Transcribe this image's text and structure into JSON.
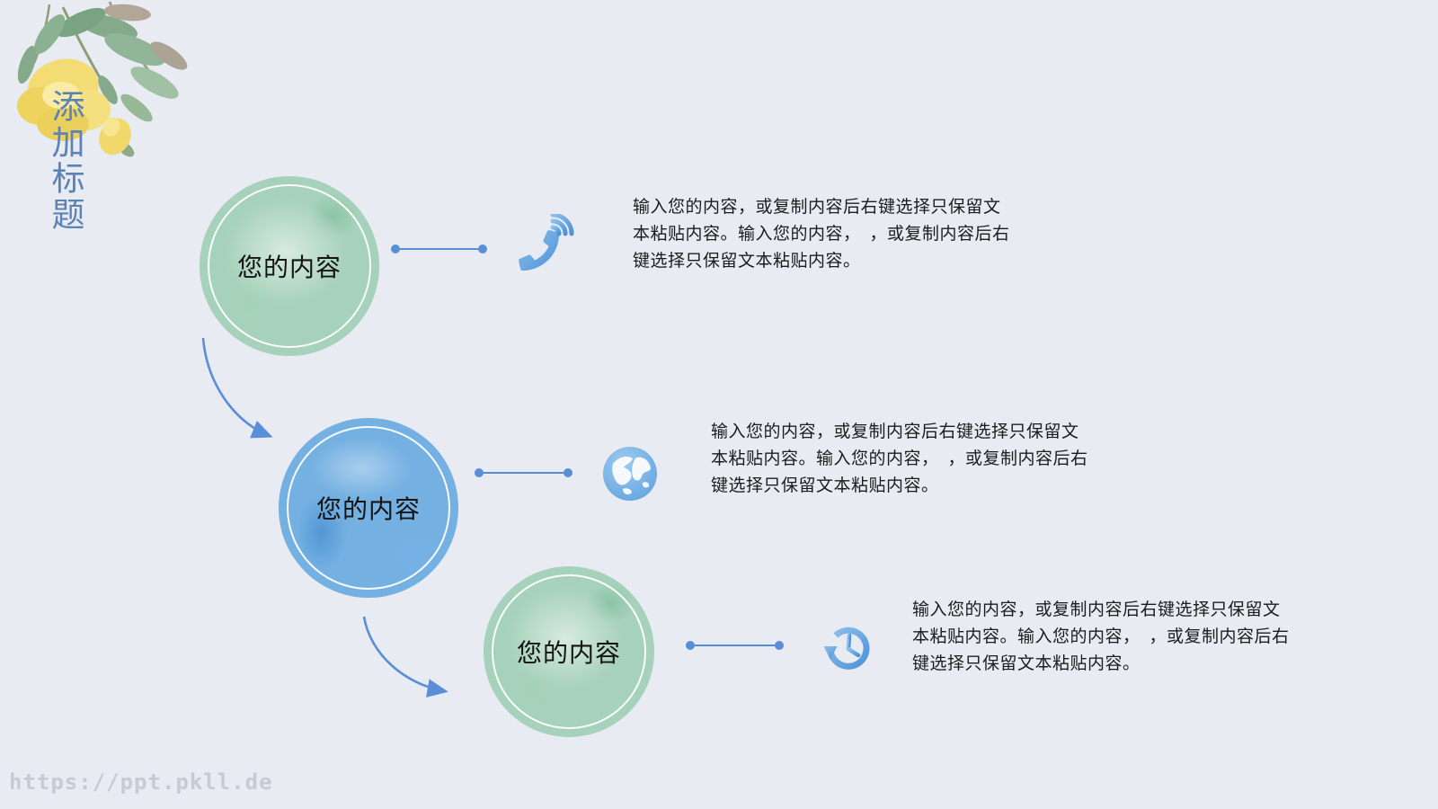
{
  "slide": {
    "title": "添加标题",
    "watermark": "https://ppt.pkll.de"
  },
  "steps": [
    {
      "label": "您的内容",
      "icon": "phone-icon",
      "circle_style": "green-watercolor",
      "body_lines": [
        "输入您的内容，或复制内容后右键选择只保留文",
        "本粘贴内容。输入您的内容，　，或复制内容后右",
        "键选择只保留文本粘贴内容。"
      ]
    },
    {
      "label": "您的内容",
      "icon": "globe-icon",
      "circle_style": "blue-watercolor",
      "body_lines": [
        "输入您的内容，或复制内容后右键选择只保留文",
        "本粘贴内容。输入您的内容，　，或复制内容后右",
        "键选择只保留文本粘贴内容。"
      ]
    },
    {
      "label": "您的内容",
      "icon": "clock-icon",
      "circle_style": "green-watercolor",
      "body_lines": [
        "输入您的内容，或复制内容后右键选择只保留文",
        "本粘贴内容。输入您的内容，　，或复制内容后右",
        "键选择只保留文本粘贴内容。"
      ]
    }
  ],
  "colors": {
    "bg": "#e9ebf3",
    "accent": "#5a8fd8",
    "title_blue": "#5b83b5",
    "text": "#1c1c1c",
    "watermark": "#c7cad4",
    "circle_green": "#a6d1ba",
    "circle_blue": "#74b0e2",
    "icon_blue_light": "#8cc0ec",
    "icon_blue_dark": "#4e92d8"
  }
}
